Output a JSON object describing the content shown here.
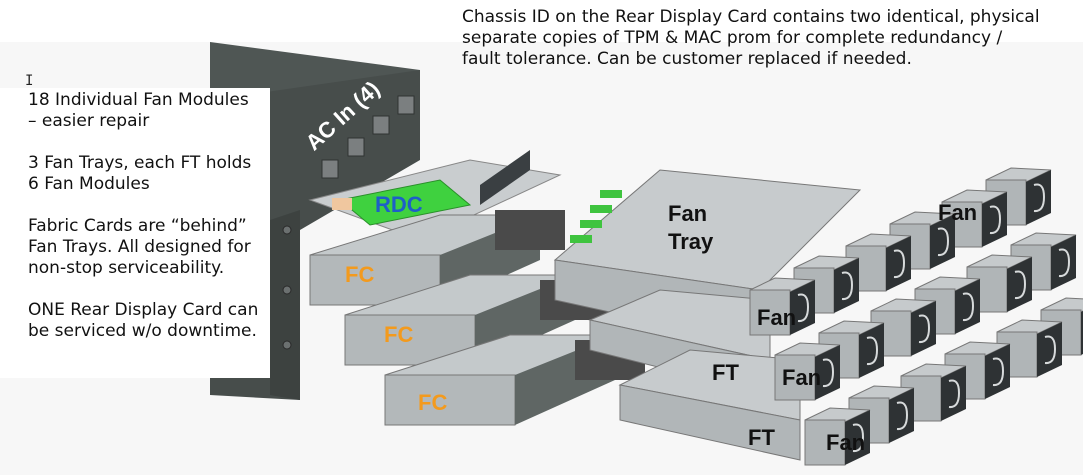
{
  "top_note": "Chassis ID on the Rear Display Card contains two identical, physical\nseparate copies of TPM & MAC prom for complete redundancy /\nfault tolerance.  Can be customer replaced if needed.",
  "side_notes": [
    "18 Individual Fan Modules\n– easier repair",
    "3 Fan Trays, each FT holds\n6 Fan Modules",
    "Fabric Cards are “behind”\nFan Trays.  All designed for\nnon-stop serviceability.",
    "ONE Rear Display Card can\nbe serviced w/o downtime."
  ],
  "cursor_icon": "text-cursor-icon",
  "labels": {
    "ac_in": "AC In (4)",
    "rdc": "RDC",
    "fc": [
      "FC",
      "FC",
      "FC"
    ],
    "fan_tray": "Fan\nTray",
    "ft": [
      "FT",
      "FT"
    ],
    "fan": [
      "Fan",
      "Fan",
      "Fan",
      "Fan"
    ]
  },
  "colors": {
    "chassis": "#4f5654",
    "metal": "#bfc4c6",
    "metal_dark": "#8e9598",
    "rdc_board": "#3fd13f",
    "rdc_text": "#1e5fc8",
    "fc_text": "#f39a1d",
    "handle": "#4a4a4a"
  }
}
